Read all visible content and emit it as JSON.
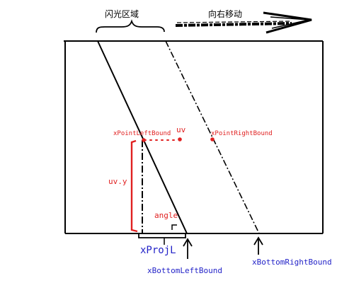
{
  "labels": {
    "flash_region": "闪光区域",
    "move_right": "向右移动",
    "uv": "uv",
    "x_point_left_bound": "xPointLeftBound",
    "x_point_right_bound": "xPointRightBound",
    "uv_y": "uv.y",
    "angle": "angle",
    "x_proj_l": "xProjL",
    "x_bottom_left_bound": "xBottomLeftBound",
    "x_bottom_right_bound": "xBottomRightBound"
  },
  "colors": {
    "ink": "#000000",
    "red": "#e02020",
    "blue": "#2323c8"
  }
}
